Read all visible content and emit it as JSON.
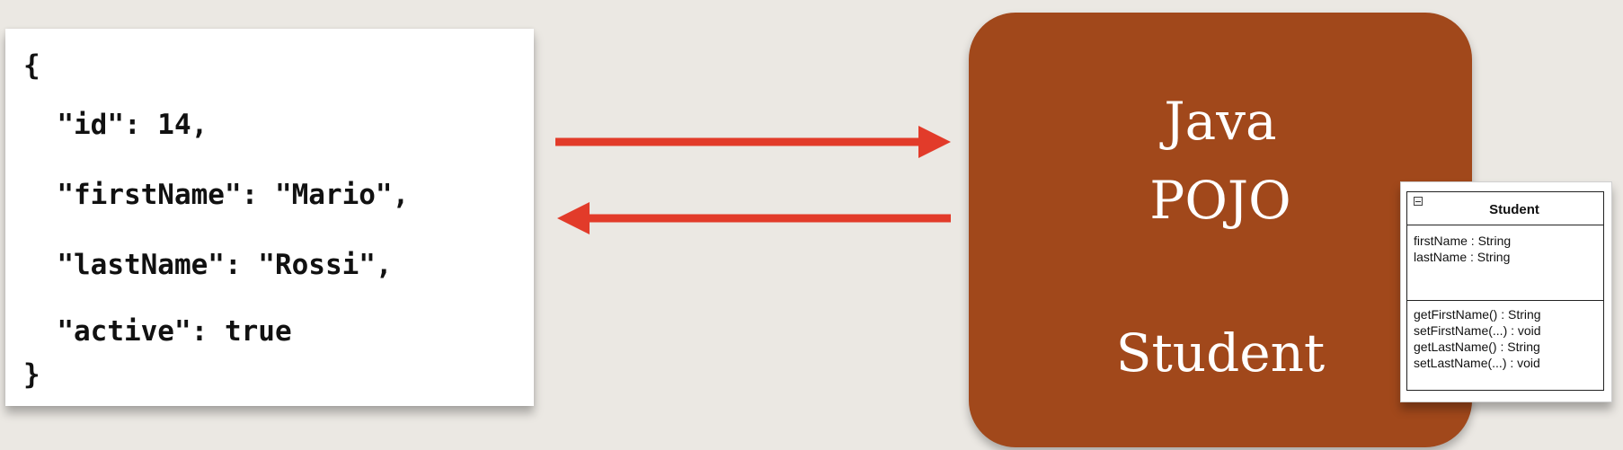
{
  "json_card": {
    "lines": [
      "{",
      "  \"id\": 14,",
      "  \"firstName\": \"Mario\",",
      "  \"lastName\": \"Rossi\",",
      "  \"active\": true",
      "}"
    ]
  },
  "pojo": {
    "line1": "Java",
    "line2": "POJO",
    "line3": "Student"
  },
  "uml": {
    "class_name": "Student",
    "attributes": [
      "firstName : String",
      "lastName : String"
    ],
    "operations": [
      "getFirstName() : String",
      "setFirstName(...) : void",
      "getLastName() : String",
      "setLastName(...) : void"
    ]
  },
  "colors": {
    "background": "#ebe8e3",
    "pojo_box": "#a1481b",
    "arrow": "#e23b2a"
  }
}
